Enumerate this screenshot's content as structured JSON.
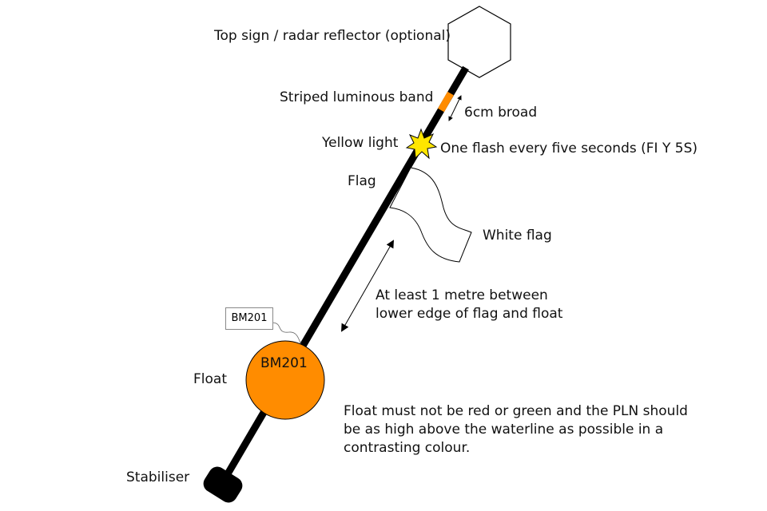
{
  "labels": {
    "top_sign": "Top sign / radar reflector (optional)",
    "band": "Striped luminous band",
    "band_width": "6cm broad",
    "light": "Yellow light",
    "flash": "One flash every five seconds (FI Y 5S)",
    "flag": "Flag",
    "white_flag": "White flag",
    "distance_line1": "At least 1 metre between",
    "distance_line2": "lower edge of flag and float",
    "tag": "BM201",
    "float_marking": "BM201",
    "float": "Float",
    "float_note_line1": "Float must not be red or green and the PLN should",
    "float_note_line2": "be as high above the waterline as possible in a",
    "float_note_line3": "contrasting colour.",
    "stabiliser": "Stabiliser"
  },
  "colors": {
    "float": "#ff8c00",
    "band": "#ff8c00",
    "light": "#ffe600",
    "pole": "#000000"
  }
}
